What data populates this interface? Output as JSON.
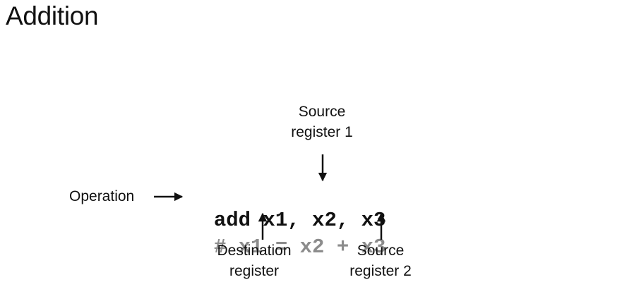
{
  "title": "Addition",
  "instruction": "add x1, x2, x3",
  "comment": "# x1 = x2 + x3",
  "labels": {
    "operation": "Operation",
    "source1_line1": "Source",
    "source1_line2": "register 1",
    "destination_line1": "Destination",
    "destination_line2": "register",
    "source2_line1": "Source",
    "source2_line2": "register 2"
  },
  "colors": {
    "text": "#111111",
    "comment": "#8c8c8c",
    "background": "#ffffff"
  }
}
